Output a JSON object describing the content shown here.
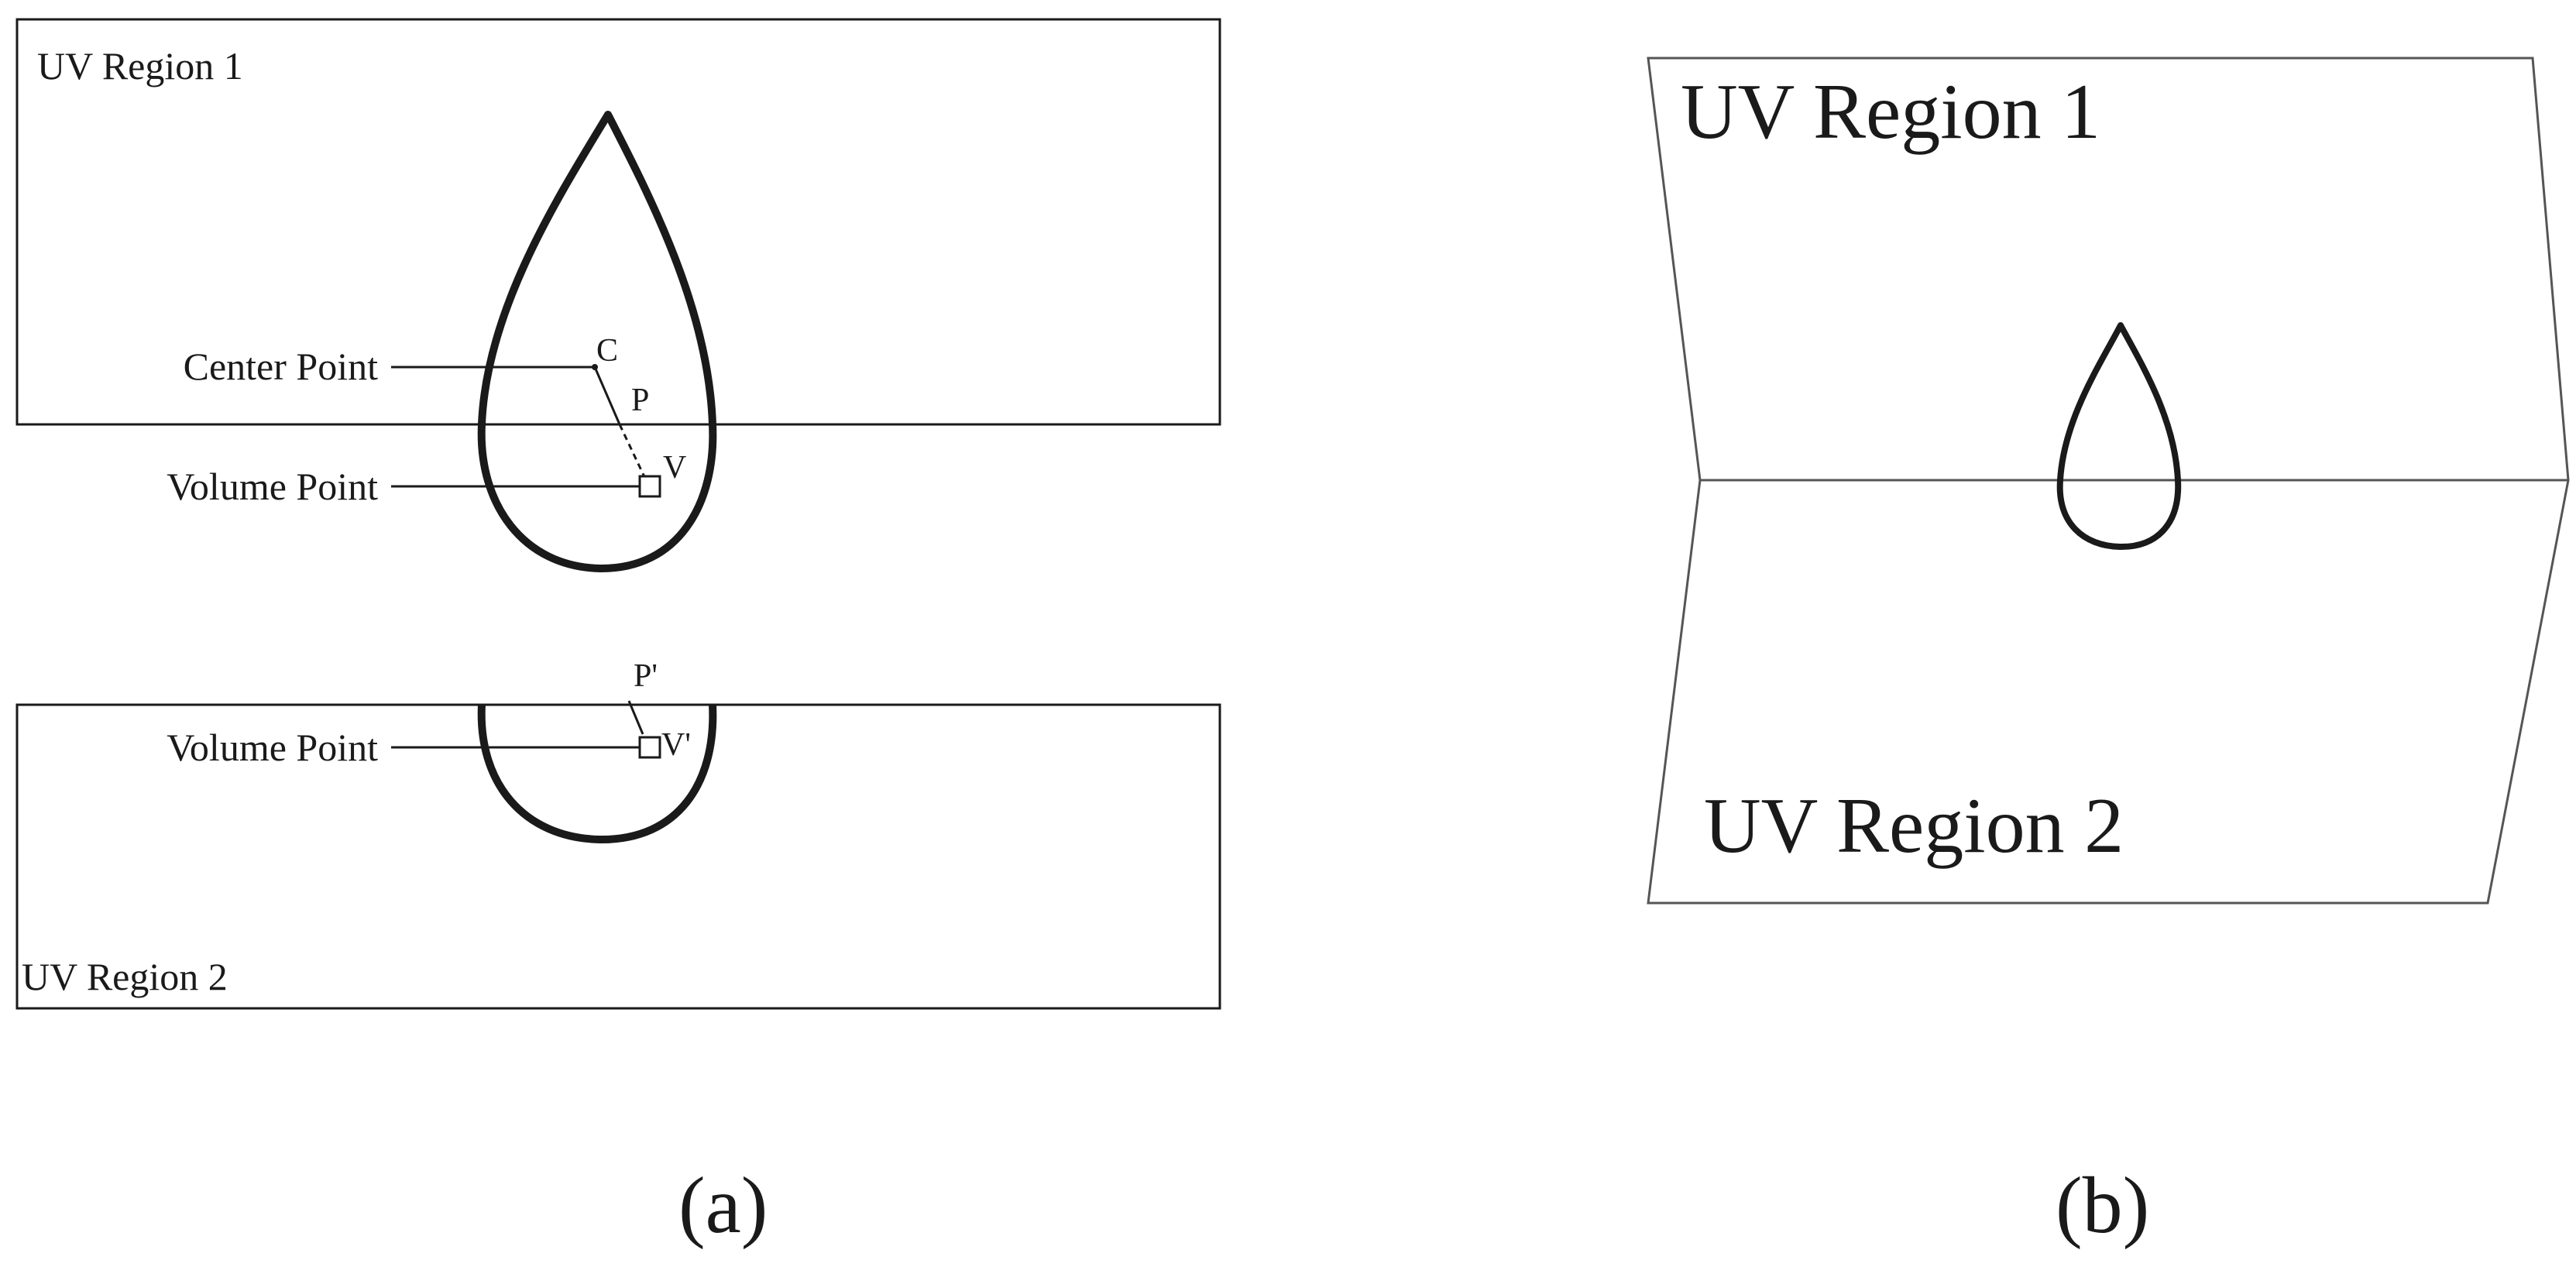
{
  "panel_a": {
    "caption": "(a)",
    "region_top_label": "UV Region 1",
    "region_bottom_label": "UV Region 2",
    "center_point_label": "Center Point",
    "volume_point_label_top": "Volume Point",
    "volume_point_label_bottom": "Volume Point",
    "marker_c": "C",
    "marker_p": "P",
    "marker_v": "V",
    "marker_p_prime": "P'",
    "marker_v_prime": "V'"
  },
  "panel_b": {
    "caption": "(b)",
    "region_top_label": "UV Region 1",
    "region_bottom_label": "UV Region 2"
  },
  "colors": {
    "stroke": "#1a1a1a",
    "frame": "#555555",
    "background": "#ffffff"
  }
}
